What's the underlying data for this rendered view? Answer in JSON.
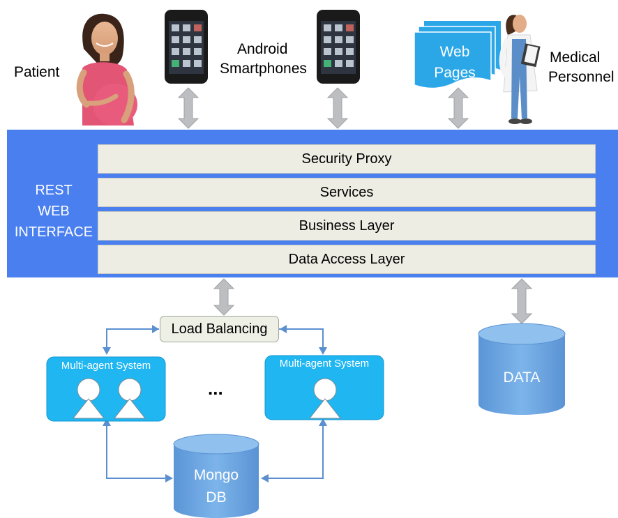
{
  "top": {
    "patient_label": "Patient",
    "android_label_line1": "Android",
    "android_label_line2": "Smartphones",
    "web_pages_line1": "Web",
    "web_pages_line2": "Pages",
    "medical_line1": "Medical",
    "medical_line2": "Personnel"
  },
  "interface": {
    "rest_line1": "REST",
    "rest_line2": "WEB",
    "rest_line3": "INTERFACE",
    "layers": [
      "Security Proxy",
      "Services",
      "Business Layer",
      "Data Access Layer"
    ]
  },
  "bottom": {
    "load_balancing": "Load Balancing",
    "mas_left_title": "Multi-agent System",
    "mas_right_title": "Multi-agent System",
    "ellipsis": "...",
    "mongo_line1": "Mongo",
    "mongo_line2": "DB",
    "data_label": "DATA"
  },
  "colors": {
    "interface_blue": "#4a7ff0",
    "layer_fill": "#eeede4",
    "arrow_gray": "#bcbec2",
    "mas_cyan": "#1fb6f2",
    "db_blue": "#6aa6df",
    "connector_blue": "#5b8fd0"
  }
}
